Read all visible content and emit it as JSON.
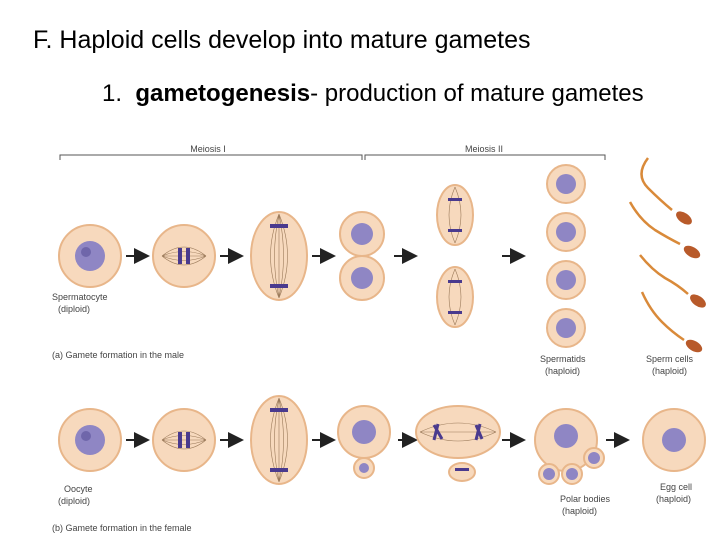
{
  "slide": {
    "title": "F. Haploid cells develop into mature gametes",
    "point_number": "1.",
    "point_term": "gametogenesis",
    "point_rest": "- production of mature gametes"
  },
  "figure": {
    "meiosis_1_label": "Meiosis I",
    "meiosis_2_label": "Meiosis II",
    "male": {
      "caption": "(a) Gamete formation in the male",
      "start_cell": "Spermatocyte",
      "start_ploidy": "(diploid)",
      "spermatids": "Spermatids",
      "spermatids_ploidy": "(haploid)",
      "sperm_cells": "Sperm cells",
      "sperm_ploidy": "(haploid)"
    },
    "female": {
      "caption": "(b) Gamete formation in the female",
      "start_cell": "Oocyte",
      "start_ploidy": "(diploid)",
      "polar_bodies": "Polar bodies",
      "polar_ploidy": "(haploid)",
      "egg_cell": "Egg cell",
      "egg_ploidy": "(haploid)"
    },
    "colors": {
      "cell_fill": "#f7d9bd",
      "cell_edge": "#e8b68a",
      "nucleus": "#8f86c4",
      "chromosome": "#4a3a8e",
      "sperm_body": "#d98a3a"
    }
  }
}
